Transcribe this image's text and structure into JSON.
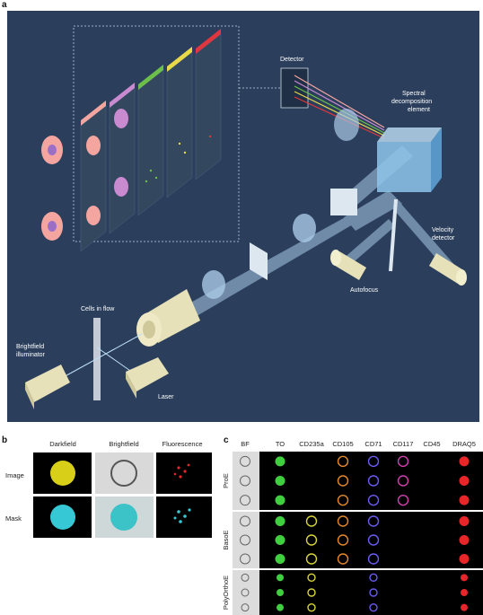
{
  "panel_a": {
    "letter": "a",
    "labels": {
      "detector": "Detector",
      "spectral": [
        "Spectral",
        "decomposition",
        "element"
      ],
      "velocity": [
        "Velocity",
        "detector"
      ],
      "autofocus": "Autofocus",
      "cells_in_flow": "Cells in flow",
      "brightfield": [
        "Brightfield",
        "illuminator"
      ],
      "laser": "Laser"
    },
    "colors": {
      "background": "#2b3f5c",
      "beam": "#a9c9e6",
      "channel_bars": [
        "#f4a5a0",
        "#c98ad0",
        "#6cc04a",
        "#e8d84a",
        "#e0373e"
      ]
    }
  },
  "panel_b": {
    "letter": "b",
    "columns": [
      "Darkfield",
      "Brightfield",
      "Fluorescence"
    ],
    "rows": [
      "Image",
      "Mask"
    ]
  },
  "panel_c": {
    "letter": "c",
    "columns": [
      "BF",
      "TO",
      "CD235a",
      "CD105",
      "CD71",
      "CD117",
      "CD45",
      "DRAQ5"
    ],
    "groups": [
      "ProE",
      "BasoE",
      "PolyOrthoE"
    ],
    "channel_colors": [
      "#cfcfcf",
      "#3fcf3f",
      "#d8d63a",
      "#e48a2a",
      "#6a5cf0",
      "#d23fb0",
      "#000000",
      "#e8262a"
    ]
  }
}
